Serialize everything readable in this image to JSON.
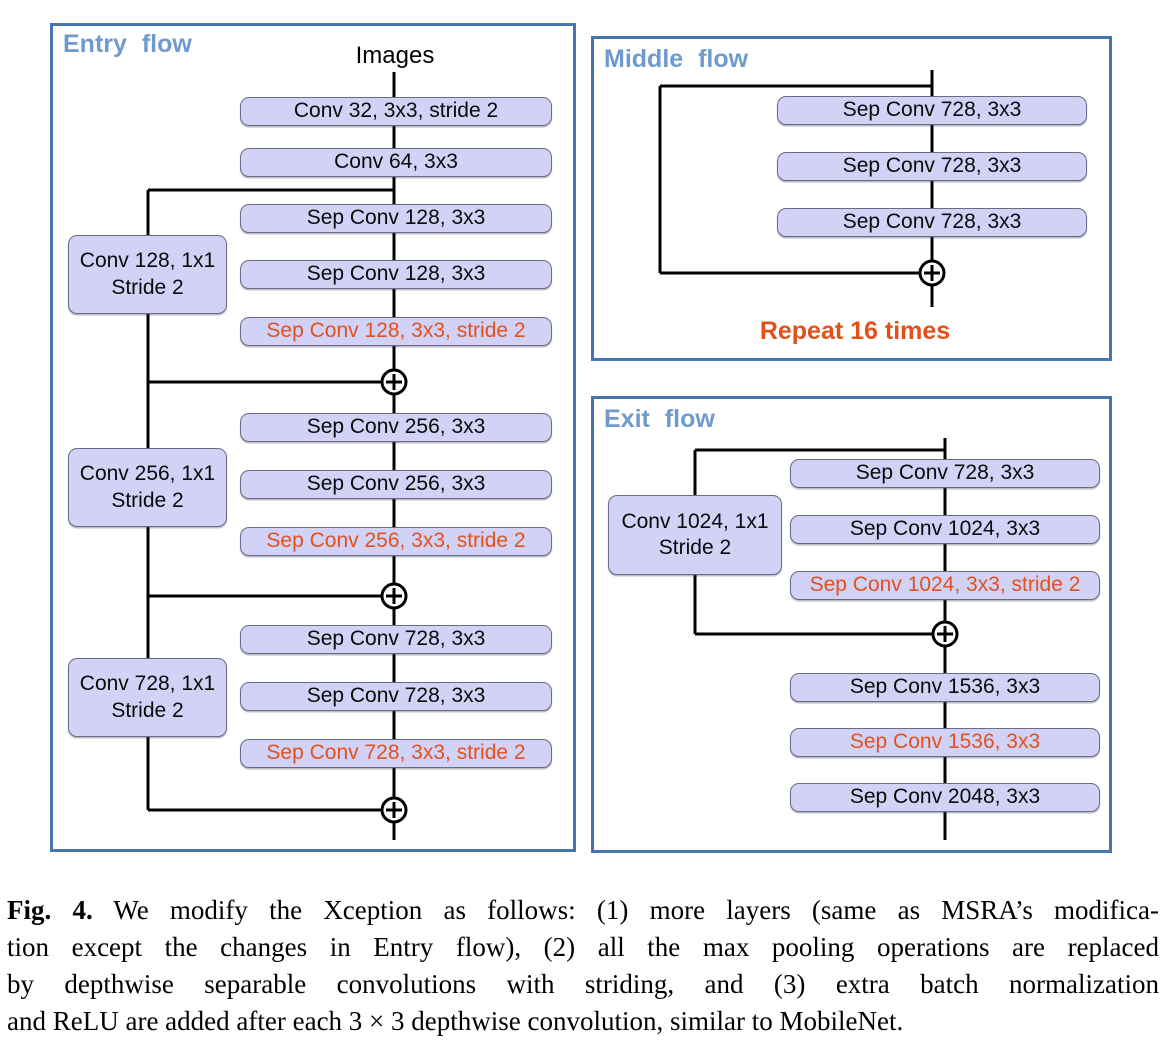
{
  "colors": {
    "panel_border": "#4576ad",
    "flow_title": "#6f9acd",
    "node_fill": "#d2d2f7",
    "node_border": "#6b6b85",
    "accent_orange": "#e2511c",
    "line": "#000000"
  },
  "entry_flow": {
    "title": "Entry flow",
    "input_label": "Images",
    "main_nodes": [
      {
        "label": "Conv 32, 3x3, stride 2",
        "emphasis": false
      },
      {
        "label": "Conv 64, 3x3",
        "emphasis": false
      },
      {
        "label": "Sep Conv 128, 3x3",
        "emphasis": false
      },
      {
        "label": "Sep Conv 128, 3x3",
        "emphasis": false
      },
      {
        "label": "Sep Conv 128, 3x3, stride 2",
        "emphasis": true
      },
      {
        "label": "Sep Conv 256, 3x3",
        "emphasis": false
      },
      {
        "label": "Sep Conv 256, 3x3",
        "emphasis": false
      },
      {
        "label": "Sep Conv 256, 3x3, stride 2",
        "emphasis": true
      },
      {
        "label": "Sep Conv 728, 3x3",
        "emphasis": false
      },
      {
        "label": "Sep Conv 728, 3x3",
        "emphasis": false
      },
      {
        "label": "Sep Conv 728, 3x3, stride 2",
        "emphasis": true
      }
    ],
    "side_nodes": [
      {
        "label": "Conv 128, 1x1\nStride 2"
      },
      {
        "label": "Conv 256, 1x1\nStride 2"
      },
      {
        "label": "Conv 728, 1x1\nStride 2"
      }
    ]
  },
  "middle_flow": {
    "title": "Middle flow",
    "nodes": [
      {
        "label": "Sep Conv 728, 3x3"
      },
      {
        "label": "Sep Conv 728, 3x3"
      },
      {
        "label": "Sep Conv 728, 3x3"
      }
    ],
    "repeat_note": "Repeat 16 times"
  },
  "exit_flow": {
    "title": "Exit flow",
    "side_node": {
      "label": "Conv 1024, 1x1\nStride 2"
    },
    "nodes": [
      {
        "label": "Sep Conv 728, 3x3",
        "emphasis": false
      },
      {
        "label": "Sep Conv 1024, 3x3",
        "emphasis": false
      },
      {
        "label": "Sep Conv 1024, 3x3, stride 2",
        "emphasis": true
      },
      {
        "label": "Sep Conv 1536, 3x3",
        "emphasis": false
      },
      {
        "label": "Sep Conv 1536, 3x3",
        "emphasis": true
      },
      {
        "label": "Sep Conv 2048, 3x3",
        "emphasis": false
      }
    ]
  },
  "caption": {
    "label": "Fig. 4.",
    "lines": [
      " We modify the Xception as follows: (1) more layers (same as MSRA’s modifica-",
      "tion except the changes in Entry flow), (2) all the max pooling operations are replaced",
      "by depthwise separable convolutions with striding, and (3) extra batch normalization",
      "and ReLU are added after each 3 × 3 depthwise convolution, similar to MobileNet."
    ]
  }
}
